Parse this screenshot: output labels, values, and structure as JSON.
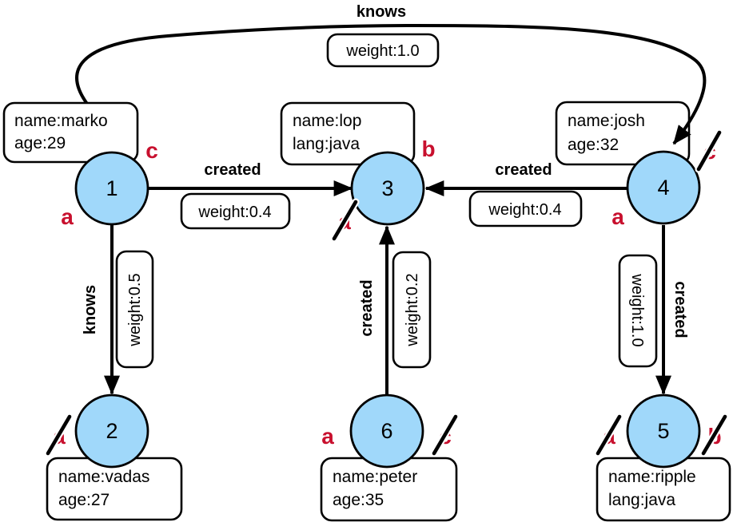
{
  "colors": {
    "node_fill": "#a0d8fa",
    "node_stroke": "#000000",
    "edge": "#000000",
    "step_label": "#c8102e",
    "box_background": "#ffffff"
  },
  "nodes": {
    "v1": {
      "id": "1",
      "props": [
        "name:marko",
        "age:29"
      ]
    },
    "v2": {
      "id": "2",
      "props": [
        "name:vadas",
        "age:27"
      ]
    },
    "v3": {
      "id": "3",
      "props": [
        "name:lop",
        "lang:java"
      ]
    },
    "v4": {
      "id": "4",
      "props": [
        "name:josh",
        "age:32"
      ]
    },
    "v5": {
      "id": "5",
      "props": [
        "name:ripple",
        "lang:java"
      ]
    },
    "v6": {
      "id": "6",
      "props": [
        "name:peter",
        "age:35"
      ]
    }
  },
  "edges": {
    "knows_1_4": {
      "label": "knows",
      "weight": "weight:1.0"
    },
    "created_1_3": {
      "label": "created",
      "weight": "weight:0.4"
    },
    "created_4_3": {
      "label": "created",
      "weight": "weight:0.4"
    },
    "knows_1_2": {
      "label": "knows",
      "weight": "weight:0.5"
    },
    "created_6_3": {
      "label": "created",
      "weight": "weight:0.2"
    },
    "created_4_5": {
      "label": "created",
      "weight": "weight:1.0"
    }
  },
  "steps": {
    "n1_c": {
      "text": "c",
      "crossed": false
    },
    "n1_a": {
      "text": "a",
      "crossed": false
    },
    "n3_b": {
      "text": "b",
      "crossed": false
    },
    "n3_a": {
      "text": "a",
      "crossed": true
    },
    "n4_a": {
      "text": "a",
      "crossed": false
    },
    "n4_c": {
      "text": "c",
      "crossed": true
    },
    "n2_a": {
      "text": "a",
      "crossed": true
    },
    "n6_a": {
      "text": "a",
      "crossed": false
    },
    "n6_c": {
      "text": "c",
      "crossed": true
    },
    "n5_a": {
      "text": "a",
      "crossed": true
    },
    "n5_b": {
      "text": "b",
      "crossed": true
    }
  }
}
